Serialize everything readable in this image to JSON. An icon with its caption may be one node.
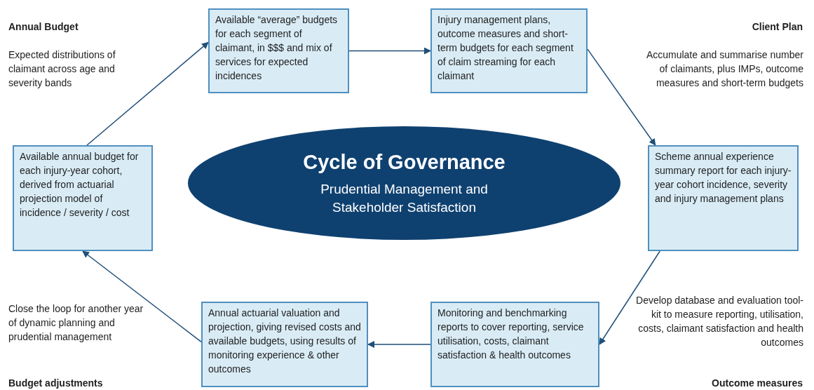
{
  "diagram": {
    "nodes": [
      {
        "text": [
          "Cycle of Governance",
          "Prudential Management and Stakeholder Satisfaction"
        ]
      },
      {
        "text": [
          "Available “average” budgets for each segment of claimant, in $$$ and mix of services for expected incidences"
        ]
      },
      {
        "text": [
          "Injury management plans, outcome measures and short-term budgets for each segment of claim streaming for each claimant"
        ]
      },
      {
        "text": [
          "Scheme annual experience summary report for each injury-year cohort incidence, severity and injury management plans"
        ]
      },
      {
        "text": [
          "Monitoring and benchmarking reports to cover reporting, service utilisation, costs, claimant satisfaction & health outcomes"
        ]
      },
      {
        "text": [
          "Annual actuarial valuation and projection, giving revised costs and available budgets, using results of monitoring experience & other outcomes"
        ]
      },
      {
        "text": [
          "Available annual budget for each injury-year cohort, derived from actuarial projection model of incidence / severity / cost"
        ]
      }
    ],
    "edges": [
      {
        "from": 1,
        "to": 2,
        "arrow": "to"
      },
      {
        "from": 2,
        "to": 3,
        "arrow": "to"
      },
      {
        "from": 3,
        "to": 4,
        "arrow": "to"
      },
      {
        "from": 4,
        "to": 5,
        "arrow": "to"
      },
      {
        "from": 5,
        "to": 6,
        "arrow": "to"
      },
      {
        "from": 6,
        "to": 1,
        "arrow": "to"
      }
    ],
    "labels": [
      "Annual Budget",
      "Expected distributions of claimant across age and severity bands",
      "Client Plan",
      "Accumulate and summarise number of claimants, plus IMPs, outcome measures and short-term budgets",
      "Develop database and evaluation tool-kit to measure reporting, utilisation, costs, claimant satisfaction and health outcomes",
      "Outcome measures",
      "Close the loop for another year of dynamic planning and prudential management",
      "Budget adjustments"
    ]
  }
}
